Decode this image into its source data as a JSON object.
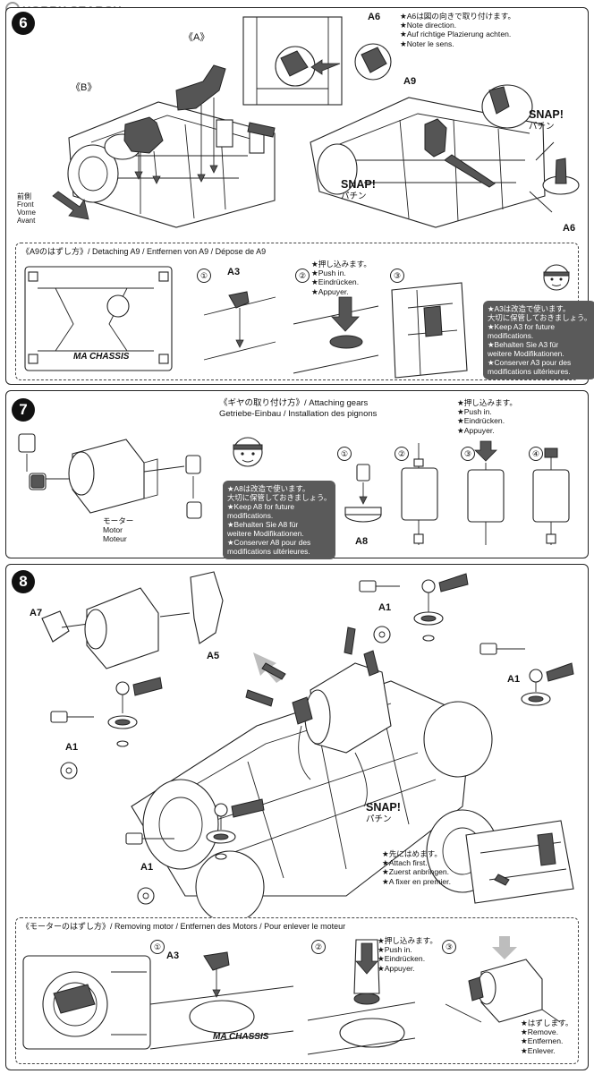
{
  "watermark": {
    "text": "HOBBY SEARCH"
  },
  "step6": {
    "number": "6",
    "labels": {
      "a_bracket": "《A》",
      "b_bracket": "《B》",
      "a6_top": "A6",
      "a9": "A9",
      "a6_bottom": "A6"
    },
    "front": [
      "前側",
      "Front",
      "Vorne",
      "Avant"
    ],
    "note_a6": [
      "★A6は図の向きで取り付けます。",
      "★Note direction.",
      "★Auf richtige Plazierung achten.",
      "★Noter le sens."
    ],
    "snap_right": {
      "en": "SNAP!",
      "jp": "パチン"
    },
    "snap_left": {
      "en": "SNAP!",
      "jp": "パチン"
    },
    "sub": {
      "title": "《A9のはずし方》/ Detaching A9 / Entfernen von A9 / Dépose de A9",
      "n1": "①",
      "n2": "②",
      "n3": "③",
      "a3": "A3",
      "push": [
        "★押し込みます。",
        "★Push in.",
        "★Eindrücken.",
        "★Appuyer."
      ],
      "keep": [
        "★A3は改造で使います。",
        "大切に保管しておきましょう。",
        "★Keep A3 for future",
        "modifications.",
        "★Behalten Sie A3 für",
        "weitere Modifikationen.",
        "★Conserver A3 pour des",
        "modifications ultérieures."
      ],
      "chassis": "MA CHASSIS"
    }
  },
  "step7": {
    "number": "7",
    "title": [
      "《ギヤの取り付け方》/ Attaching gears",
      "Getriebe-Einbau / Installation des pignons"
    ],
    "push": [
      "★押し込みます。",
      "★Push in.",
      "★Eindrücken.",
      "★Appuyer."
    ],
    "motor": [
      "モーター",
      "Motor",
      "Moteur"
    ],
    "keep": [
      "★A8は改造で使います。",
      "大切に保管しておきましょう。",
      "★Keep A8 for future",
      "modifications.",
      "★Behalten Sie A8 für",
      "weitere Modifikationen.",
      "★Conserver A8 pour des",
      "modifications ultérieures."
    ],
    "a8": "A8",
    "n1": "①",
    "n2": "②",
    "n3": "③",
    "n4": "④"
  },
  "step8": {
    "number": "8",
    "labels": {
      "a7": "A7",
      "a5": "A5",
      "a1_top": "A1",
      "a1_left": "A1",
      "a1_right": "A1",
      "a1_bottom": "A1"
    },
    "snap": {
      "en": "SNAP!",
      "jp": "パチン"
    },
    "attach_first": [
      "★先にはめます。",
      "★Attach first.",
      "★Zuerst anbringen.",
      "★A fixer en premier."
    ],
    "sub": {
      "title": "《モーターのはずし方》/ Removing motor / Entfernen des Motors / Pour enlever le moteur",
      "n1": "①",
      "n2": "②",
      "n3": "③",
      "a3": "A3",
      "push": [
        "★押し込みます。",
        "★Push in.",
        "★Eindrücken.",
        "★Appuyer."
      ],
      "remove": [
        "★はずします。",
        "★Remove.",
        "★Entfernen.",
        "★Enlever."
      ],
      "chassis": "MA CHASSIS"
    }
  }
}
